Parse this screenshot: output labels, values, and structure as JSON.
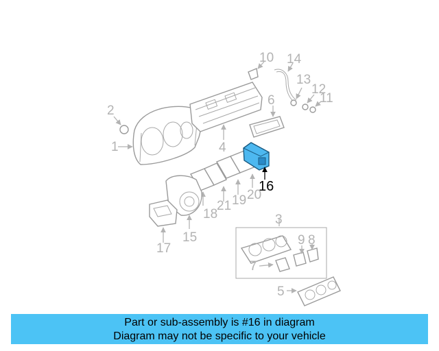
{
  "callouts": {
    "c1": "1",
    "c2": "2",
    "c3": "3",
    "c4": "4",
    "c5": "5",
    "c6": "6",
    "c7": "7",
    "c8": "8",
    "c9": "9",
    "c10": "10",
    "c11": "11",
    "c12": "12",
    "c13": "13",
    "c14": "14",
    "c15": "15",
    "c16": "16",
    "c17": "17",
    "c18": "18",
    "c19": "19",
    "c20": "20",
    "c21": "21"
  },
  "highlight_color": "#4db8f0",
  "banner": {
    "line1": "Part or sub-assembly is #16 in diagram",
    "line2": "Diagram may not be specific to your vehicle",
    "background": "#4cc3f5"
  }
}
